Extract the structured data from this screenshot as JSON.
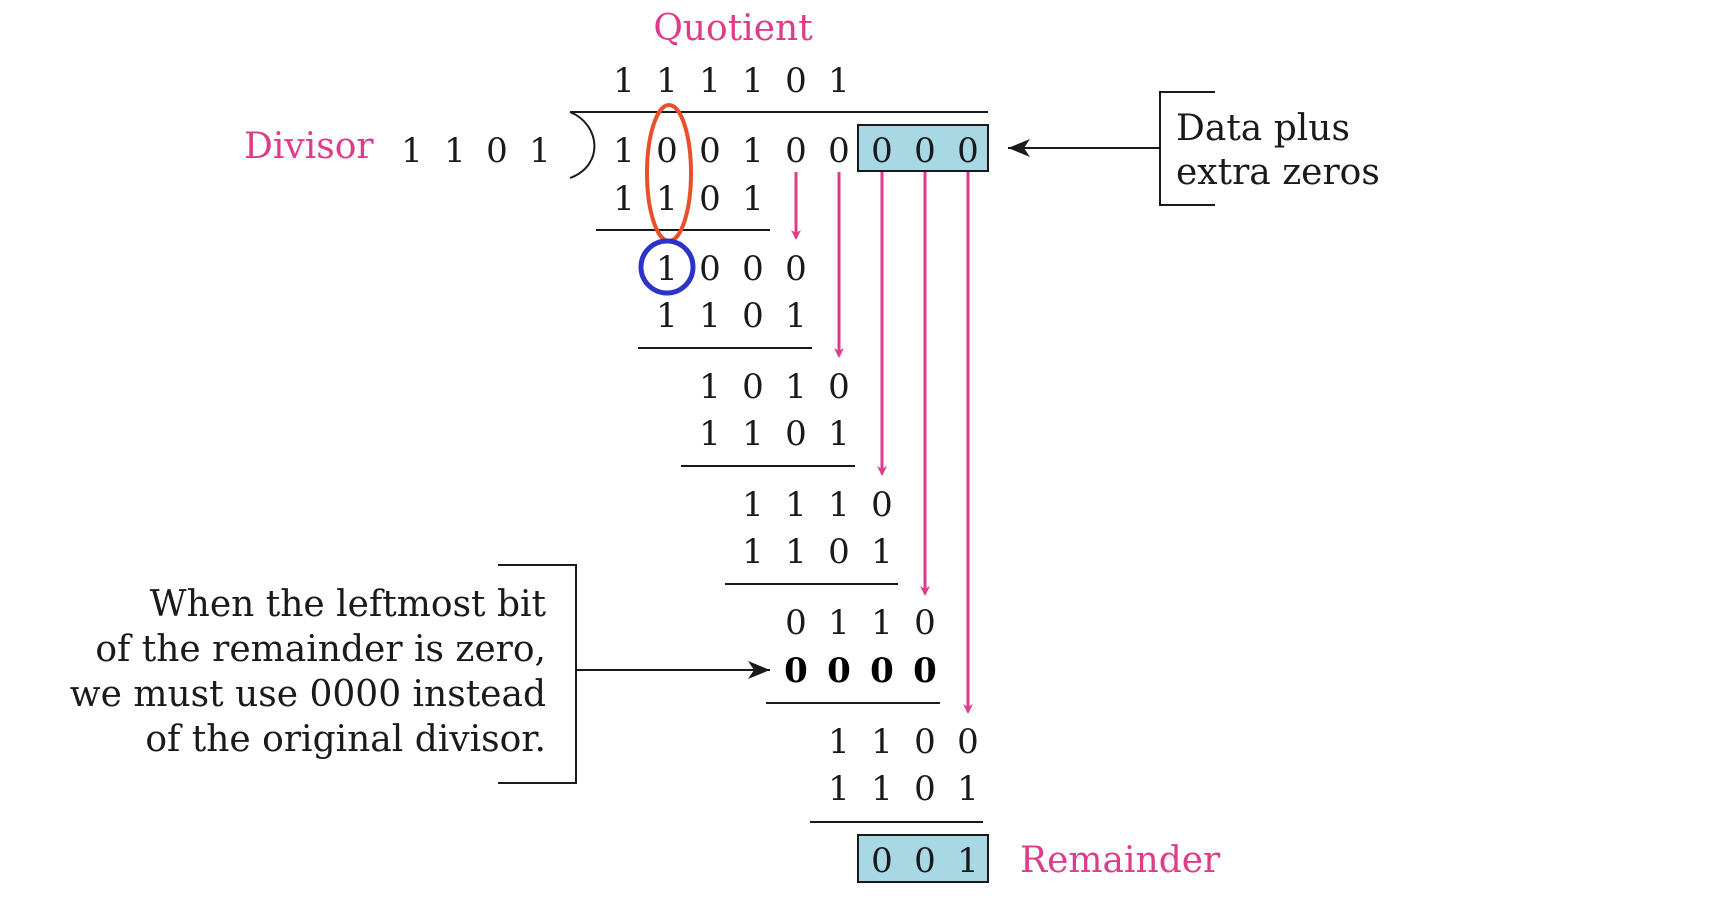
{
  "labels": {
    "quotient": "Quotient",
    "divisor": "Divisor",
    "remainder": "Remainder"
  },
  "quotient_bits": [
    "1",
    "1",
    "1",
    "1",
    "0",
    "1"
  ],
  "divisor_bits": [
    "1",
    "1",
    "0",
    "1"
  ],
  "data_bits": [
    "1",
    "0",
    "0",
    "1",
    "0",
    "0"
  ],
  "extra_zero_bits": [
    "0",
    "0",
    "0"
  ],
  "steps": [
    {
      "partial": [
        "1",
        "1",
        "0",
        "1"
      ]
    },
    {
      "diff": [
        "1",
        "0",
        "0",
        "0"
      ],
      "partial": [
        "1",
        "1",
        "0",
        "1"
      ]
    },
    {
      "diff": [
        "1",
        "0",
        "1",
        "0"
      ],
      "partial": [
        "1",
        "1",
        "0",
        "1"
      ]
    },
    {
      "diff": [
        "1",
        "1",
        "1",
        "0"
      ],
      "partial": [
        "1",
        "1",
        "0",
        "1"
      ]
    },
    {
      "diff": [
        "0",
        "1",
        "1",
        "0"
      ],
      "partial": [
        "0",
        "0",
        "0",
        "0"
      ]
    },
    {
      "diff": [
        "1",
        "1",
        "0",
        "0"
      ],
      "partial": [
        "1",
        "1",
        "0",
        "1"
      ]
    }
  ],
  "remainder_bits": [
    "0",
    "0",
    "1"
  ],
  "callouts": {
    "data_plus": [
      "Data plus",
      "extra zeros"
    ],
    "zero_rule": [
      "When the leftmost bit",
      "of the remainder is zero,",
      "we must use 0000 instead",
      "of the original divisor."
    ]
  },
  "colors": {
    "accent_pink": "#de3c8b",
    "box_fill": "#a8d8e4",
    "ellipse_orange": "#e8502a",
    "circle_blue": "#2c33c8",
    "ink": "#1a1a1a"
  }
}
